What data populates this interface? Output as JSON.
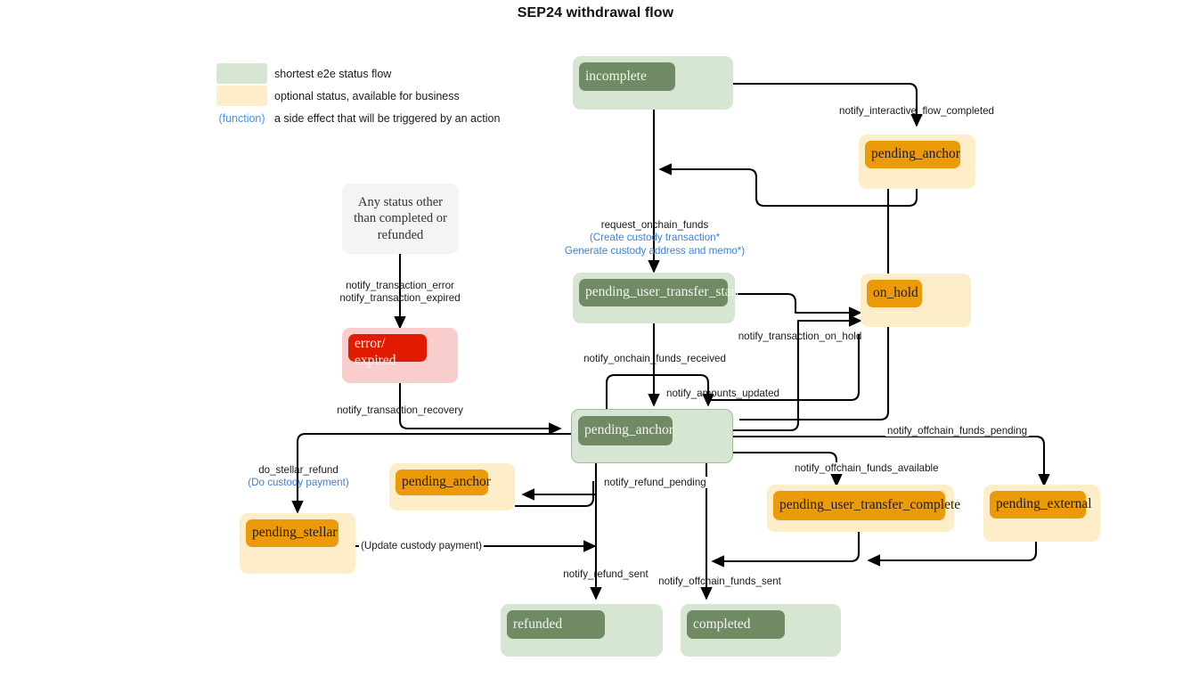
{
  "title": "SEP24 withdrawal flow",
  "legend": {
    "items": [
      {
        "swatch": "green",
        "text": "shortest e2e status flow"
      },
      {
        "swatch": "yellow",
        "text": "optional status, available for business"
      },
      {
        "key": "(function)",
        "text": "a side effect that will be triggered by an action"
      }
    ]
  },
  "nodes": [
    {
      "id": "incomplete",
      "label": "incomplete",
      "kind": "green"
    },
    {
      "id": "pending_anchor_top",
      "label": "pending_anchor",
      "kind": "yellow"
    },
    {
      "id": "any_status_note",
      "label": "Any status other than completed or refunded",
      "kind": "plain"
    },
    {
      "id": "error_expired",
      "label": "error/",
      "label2": "expired",
      "kind": "red"
    },
    {
      "id": "pending_user_transfer_start",
      "label": "pending_user_transfer_start",
      "kind": "green"
    },
    {
      "id": "on_hold",
      "label": "on_hold",
      "kind": "yellow"
    },
    {
      "id": "pending_anchor_center",
      "label": "pending_anchor",
      "kind": "green"
    },
    {
      "id": "pending_anchor_refund",
      "label": "pending_anchor",
      "kind": "yellow"
    },
    {
      "id": "pending_stellar",
      "label": "pending_stellar",
      "kind": "yellow"
    },
    {
      "id": "pending_user_transfer_complete",
      "label": "pending_user_transfer_complete",
      "kind": "yellow"
    },
    {
      "id": "pending_external",
      "label": "pending_external",
      "kind": "yellow"
    },
    {
      "id": "refunded",
      "label": "refunded",
      "kind": "green"
    },
    {
      "id": "completed",
      "label": "completed",
      "kind": "green"
    }
  ],
  "edge_labels": {
    "notify_interactive_flow_completed": "notify_interactive_flow_completed",
    "request_onchain_funds": "request_onchain_funds",
    "create_custody_transaction": "(Create custody transaction*",
    "generate_custody_address": "Generate custody address and memo*)",
    "notify_transaction_error": "notify_transaction_error",
    "notify_transaction_expired": "notify_transaction_expired",
    "notify_transaction_recovery": "notify_transaction_recovery",
    "notify_onchain_funds_received": "notify_onchain_funds_received",
    "notify_amounts_updated": "notify_amounts_updated",
    "notify_transaction_on_hold": "notify_transaction_on_hold",
    "notify_offchain_funds_pending": "notify_offchain_funds_pending",
    "notify_offchain_funds_available": "notify_offchain_funds_available",
    "notify_refund_pending": "notify_refund_pending",
    "do_stellar_refund": "do_stellar_refund",
    "do_custody_payment": "(Do custody payment)",
    "update_custody_payment": "(Update custody payment)",
    "notify_refund_sent": "notify_refund_sent",
    "notify_offchain_funds_sent": "notify_offchain_funds_sent"
  },
  "colors": {
    "green_outer": "#d6e6d2",
    "green_inner": "#708b63",
    "yellow_outer": "#fdeec9",
    "yellow_inner": "#eb9a0a",
    "red_outer": "#f8cdcb",
    "red_inner": "#e01b00",
    "plain": "#f4f4f4",
    "function_text": "#4a90e2",
    "edge": "#000000"
  }
}
